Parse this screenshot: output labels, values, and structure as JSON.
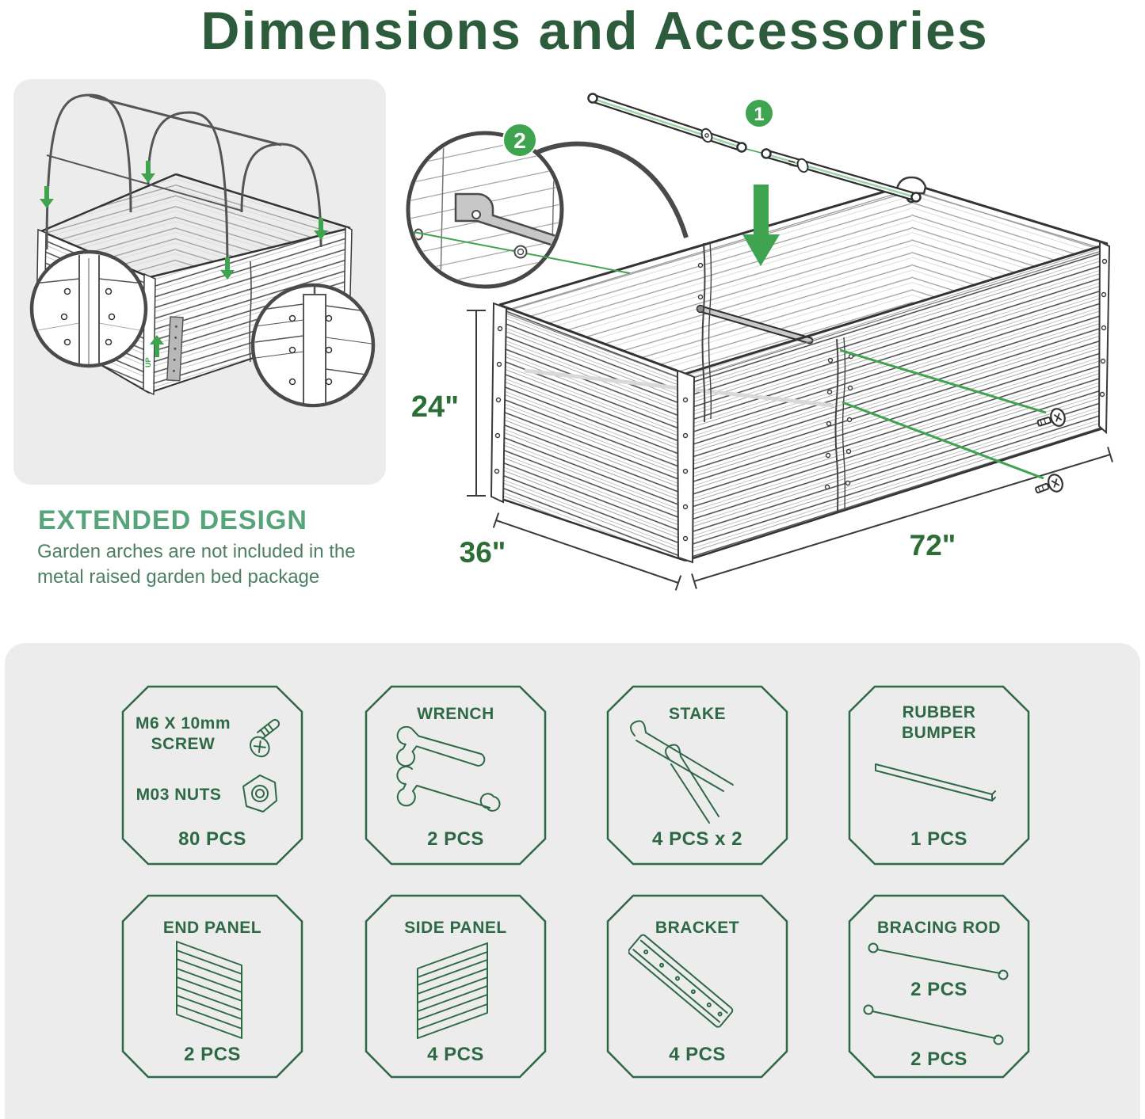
{
  "title": "Dimensions and Accessories",
  "extended": {
    "heading": "EXTENDED DESIGN",
    "line1": "Garden arches are not included in the",
    "line2": "metal raised garden bed package"
  },
  "diagram": {
    "step1": "1",
    "step2": "2",
    "height": "24\"",
    "width": "36\"",
    "length": "72\"",
    "up": "UP"
  },
  "cards": [
    {
      "item1_line1": "M6 X 10mm",
      "item1_line2": "SCREW",
      "item2": "M03 NUTS",
      "qty": "80 PCS"
    },
    {
      "title": "WRENCH",
      "qty": "2 PCS"
    },
    {
      "title": "STAKE",
      "qty": "4 PCS x 2"
    },
    {
      "title_line1": "RUBBER",
      "title_line2": "BUMPER",
      "qty": "1 PCS"
    },
    {
      "title": "END PANEL",
      "qty": "2 PCS"
    },
    {
      "title": "SIDE PANEL",
      "qty": "4 PCS"
    },
    {
      "title": "BRACKET",
      "qty": "4 PCS"
    },
    {
      "title": "BRACING ROD",
      "qty1": "2 PCS",
      "qty2": "2 PCS"
    }
  ],
  "colors": {
    "accent_green": "#3fa44f",
    "title_green": "#2d5c3d",
    "dimension_green": "#2a6e35",
    "card_green": "#2e6946",
    "heading_green": "#56a47a",
    "body_green": "#4e7f66",
    "panel_gray": "#ececec"
  }
}
